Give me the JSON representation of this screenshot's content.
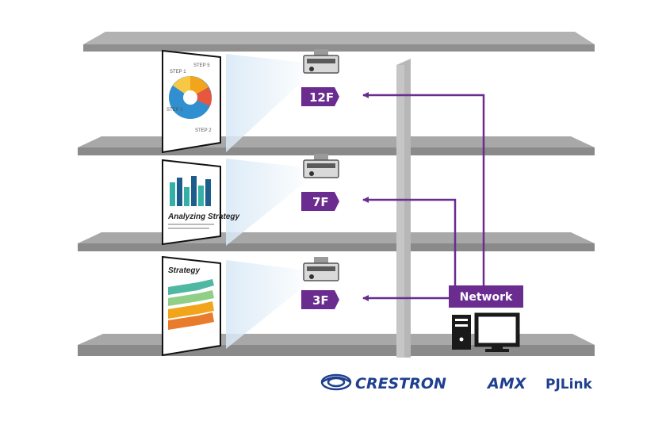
{
  "floors": [
    {
      "label": "12F"
    },
    {
      "label": "7F"
    },
    {
      "label": "3F"
    }
  ],
  "network": {
    "label": "Network"
  },
  "slides": {
    "top": {
      "title": ""
    },
    "middle": {
      "title": "Analyzing Strategy"
    },
    "bottom": {
      "title": "Strategy"
    }
  },
  "brands": {
    "crestron": "CRESTRON",
    "amx": "AMX",
    "pjlink": "PJLink"
  },
  "colors": {
    "shelf": "#a3a3a3",
    "shelf_edge": "#8a8a8a",
    "purple": "#6a2c8f",
    "brand_blue": "#1f3f8f",
    "dark": "#1a1a1a"
  },
  "icons": [
    "projector-icon",
    "computer-tower-icon",
    "monitor-icon",
    "crestron-logo-icon"
  ]
}
